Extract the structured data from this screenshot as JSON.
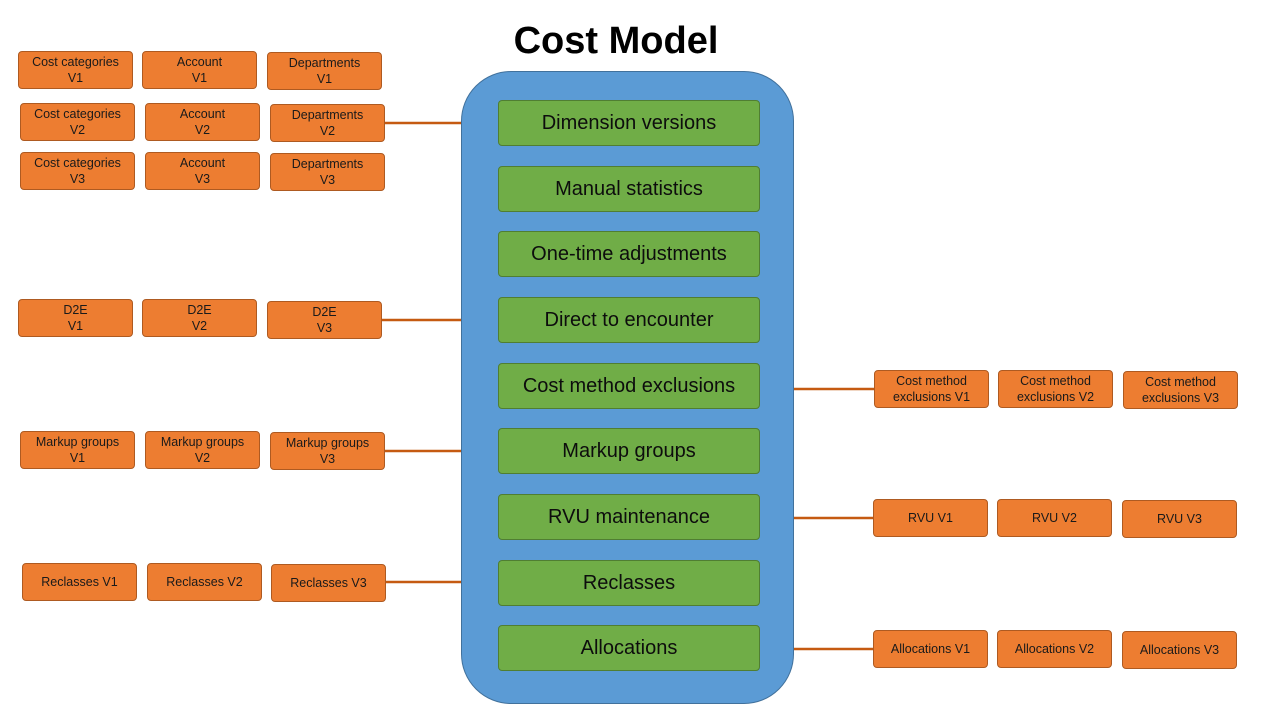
{
  "title": "Cost Model",
  "colors": {
    "container": "#5b9bd5",
    "module": "#70ad47",
    "version": "#ed7d31",
    "connector": "#c55a11"
  },
  "modules": [
    "Dimension versions",
    "Manual statistics",
    "One-time adjustments",
    "Direct to encounter",
    "Cost method exclusions",
    "Markup groups",
    "RVU maintenance",
    "Reclasses",
    "Allocations"
  ],
  "left_groups": {
    "dimensions": [
      [
        [
          "Cost categories",
          "V1"
        ],
        [
          "Account",
          "V1"
        ],
        [
          "Departments",
          "V1"
        ]
      ],
      [
        [
          "Cost categories",
          "V2"
        ],
        [
          "Account",
          "V2"
        ],
        [
          "Departments",
          "V2"
        ]
      ],
      [
        [
          "Cost categories",
          "V3"
        ],
        [
          "Account",
          "V3"
        ],
        [
          "Departments",
          "V3"
        ]
      ]
    ],
    "d2e": [
      [
        "D2E",
        "V1"
      ],
      [
        "D2E",
        "V2"
      ],
      [
        "D2E",
        "V3"
      ]
    ],
    "markup": [
      [
        "Markup groups",
        "V1"
      ],
      [
        "Markup groups",
        "V2"
      ],
      [
        "Markup groups",
        "V3"
      ]
    ],
    "reclasses": [
      [
        "Reclasses V1"
      ],
      [
        "Reclasses V2"
      ],
      [
        "Reclasses V3"
      ]
    ]
  },
  "right_groups": {
    "exclusions": [
      [
        "Cost method",
        "exclusions V1"
      ],
      [
        "Cost method",
        "exclusions V2"
      ],
      [
        "Cost method",
        "exclusions V3"
      ]
    ],
    "rvu": [
      [
        "RVU V1"
      ],
      [
        "RVU V2"
      ],
      [
        "RVU V3"
      ]
    ],
    "allocations": [
      [
        "Allocations V1"
      ],
      [
        "Allocations V2"
      ],
      [
        "Allocations V3"
      ]
    ]
  }
}
